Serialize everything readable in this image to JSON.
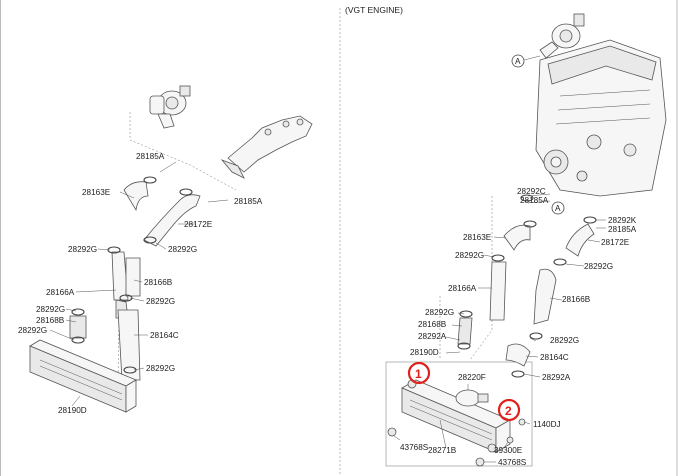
{
  "header": {
    "engine_variant": "(VGT ENGINE)"
  },
  "reference_marker": "A",
  "left_assembly": {
    "labels": [
      "28185A",
      "28163E",
      "28185A",
      "28172E",
      "28292G",
      "28292G",
      "28166B",
      "28166A",
      "28292G",
      "28292G",
      "28168B",
      "28292G",
      "28164C",
      "28292G",
      "28190D"
    ]
  },
  "right_assembly": {
    "labels": [
      "28292C",
      "28185A",
      "28292K",
      "28185A",
      "28163E",
      "28172E",
      "28292G",
      "28292G",
      "28166A",
      "28166B",
      "28292G",
      "28168B",
      "28292A",
      "28292G",
      "28190D",
      "28164C",
      "28292A",
      "28220F",
      "1140DJ",
      "43768S",
      "28271B",
      "39300E",
      "43768S"
    ]
  },
  "callouts": [
    "1",
    "2"
  ],
  "colors": {
    "callout_red": "#e0201b",
    "line": "#555555"
  }
}
